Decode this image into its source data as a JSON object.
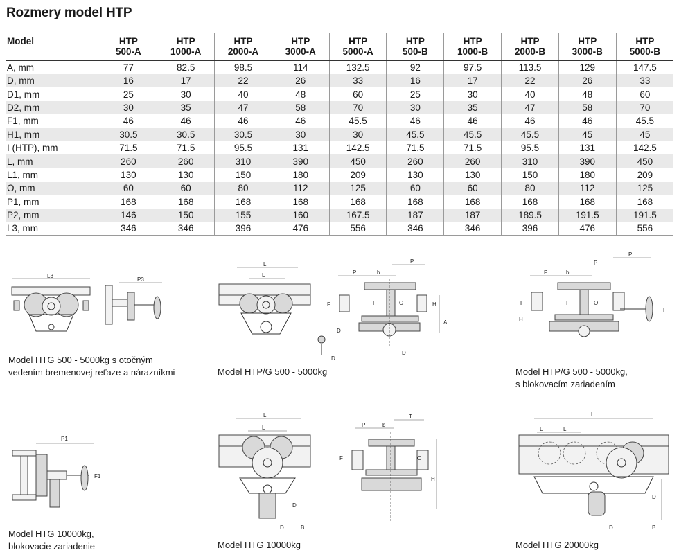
{
  "page": {
    "title": "Rozmery model HTP"
  },
  "table": {
    "corner": "Model",
    "columns": [
      {
        "line1": "HTP",
        "line2": "500-A"
      },
      {
        "line1": "HTP",
        "line2": "1000-A"
      },
      {
        "line1": "HTP",
        "line2": "2000-A"
      },
      {
        "line1": "HTP",
        "line2": "3000-A"
      },
      {
        "line1": "HTP",
        "line2": "5000-A"
      },
      {
        "line1": "HTP",
        "line2": "500-B"
      },
      {
        "line1": "HTP",
        "line2": "1000-B"
      },
      {
        "line1": "HTP",
        "line2": "2000-B"
      },
      {
        "line1": "HTP",
        "line2": "3000-B"
      },
      {
        "line1": "HTP",
        "line2": "5000-B"
      }
    ],
    "rows": [
      {
        "label": "A, mm",
        "values": [
          "77",
          "82.5",
          "98.5",
          "114",
          "132.5",
          "92",
          "97.5",
          "113.5",
          "129",
          "147.5"
        ]
      },
      {
        "label": "D, mm",
        "values": [
          "16",
          "17",
          "22",
          "26",
          "33",
          "16",
          "17",
          "22",
          "26",
          "33"
        ]
      },
      {
        "label": "D1, mm",
        "values": [
          "25",
          "30",
          "40",
          "48",
          "60",
          "25",
          "30",
          "40",
          "48",
          "60"
        ]
      },
      {
        "label": "D2, mm",
        "values": [
          "30",
          "35",
          "47",
          "58",
          "70",
          "30",
          "35",
          "47",
          "58",
          "70"
        ]
      },
      {
        "label": "F1, mm",
        "values": [
          "46",
          "46",
          "46",
          "46",
          "45.5",
          "46",
          "46",
          "46",
          "46",
          "45.5"
        ]
      },
      {
        "label": "H1, mm",
        "values": [
          "30.5",
          "30.5",
          "30.5",
          "30",
          "30",
          "45.5",
          "45.5",
          "45.5",
          "45",
          "45"
        ]
      },
      {
        "label": "I (HTP), mm",
        "values": [
          "71.5",
          "71.5",
          "95.5",
          "131",
          "142.5",
          "71.5",
          "71.5",
          "95.5",
          "131",
          "142.5"
        ]
      },
      {
        "label": "L, mm",
        "values": [
          "260",
          "260",
          "310",
          "390",
          "450",
          "260",
          "260",
          "310",
          "390",
          "450"
        ]
      },
      {
        "label": "L1, mm",
        "values": [
          "130",
          "130",
          "150",
          "180",
          "209",
          "130",
          "130",
          "150",
          "180",
          "209"
        ]
      },
      {
        "label": "O, mm",
        "values": [
          "60",
          "60",
          "80",
          "112",
          "125",
          "60",
          "60",
          "80",
          "112",
          "125"
        ]
      },
      {
        "label": "P1, mm",
        "values": [
          "168",
          "168",
          "168",
          "168",
          "168",
          "168",
          "168",
          "168",
          "168",
          "168"
        ]
      },
      {
        "label": "P2, mm",
        "values": [
          "146",
          "150",
          "155",
          "160",
          "167.5",
          "187",
          "187",
          "189.5",
          "191.5",
          "191.5"
        ]
      },
      {
        "label": "L3, mm",
        "values": [
          "346",
          "346",
          "396",
          "476",
          "556",
          "346",
          "346",
          "396",
          "476",
          "556"
        ]
      }
    ]
  },
  "figures": {
    "htg500": {
      "caption1": "Model HTG 500 - 5000kg s otočným",
      "caption2": "vedením bremenovej reťaze a nárazníkmi",
      "dim_l3": "L3",
      "dim_p3": "P3"
    },
    "htpg500": {
      "caption": "Model HTP/G 500 - 5000kg",
      "dim_l": "L",
      "dim_l1": "L",
      "dim_p": "P",
      "dim_b": "b",
      "dim_p2": "P",
      "dim_f": "F",
      "dim_i": "I",
      "dim_o": "O",
      "dim_h1": "H",
      "dim_a": "A",
      "dim_d2": "D",
      "dim_d": "D",
      "dim_d1": "D"
    },
    "htpg500b": {
      "caption1": "Model HTP/G 500 - 5000kg,",
      "caption2": "s blokovacím zariadením",
      "dim_p": "P",
      "dim_b": "b",
      "dim_p2": "P",
      "dim_p1": "P",
      "dim_f": "F",
      "dim_i": "I",
      "dim_o": "O",
      "dim_h": "H",
      "dim_f1": "F"
    },
    "htg10000b": {
      "caption1": "Model HTG 10000kg,",
      "caption2": "blokovacie zariadenie",
      "dim_p1": "P1",
      "dim_f1": "F1"
    },
    "htg10000": {
      "caption": "Model HTG 10000kg",
      "dim_l": "L",
      "dim_l1": "L",
      "dim_d2": "D",
      "dim_d1": "D",
      "dim_b": "B",
      "dim_p": "P",
      "dim_b2": "b",
      "dim_t": "T",
      "dim_f": "F",
      "dim_o": "O",
      "dim_h1": "H"
    },
    "htg20000": {
      "caption": "Model HTG 20000kg",
      "dim_l": "L",
      "dim_l2": "L",
      "dim_l1": "L",
      "dim_d2": "D",
      "dim_d1": "D",
      "dim_b": "B"
    }
  }
}
